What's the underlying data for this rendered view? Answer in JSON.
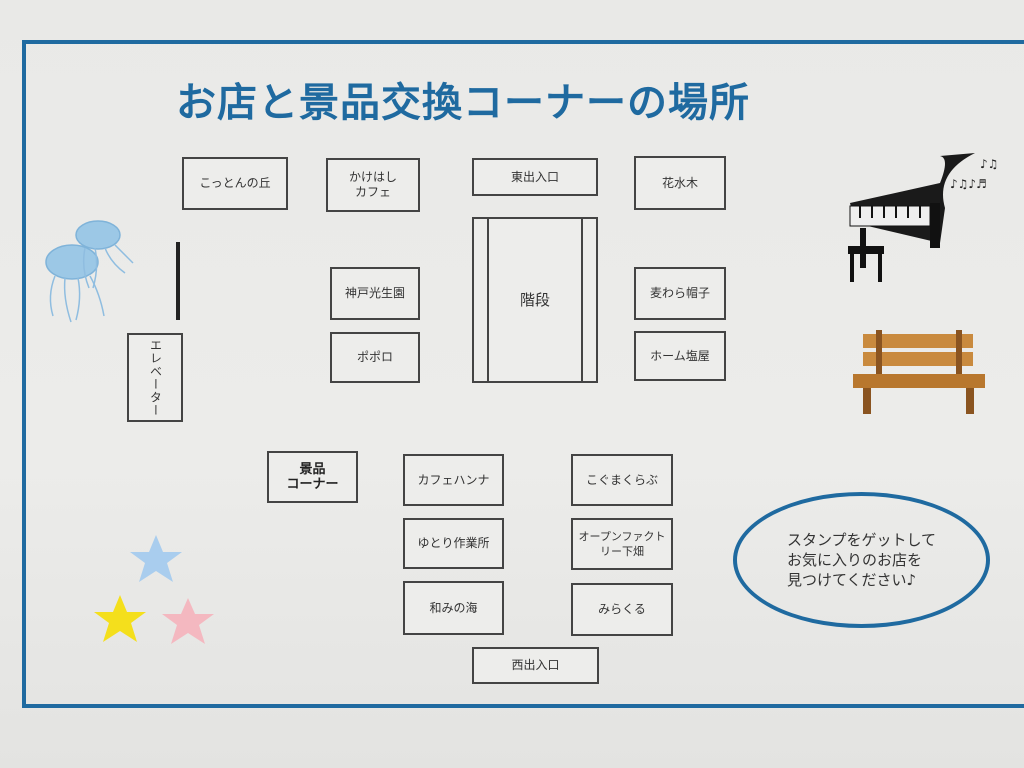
{
  "title": "お店と景品交換コーナーの場所",
  "shops": {
    "cotton": "こっとんの丘",
    "kakehashi": "かけはし\nカフェ",
    "east_entrance": "東出入口",
    "hanamizuki": "花水木",
    "stairs": "階段",
    "kobe_koseien": "神戸光生園",
    "popolo": "ポポロ",
    "mugiwara": "麦わら帽子",
    "home_shioya": "ホーム塩屋",
    "elevator": "エレベーター",
    "prize_corner": "景品\nコーナー",
    "cafe_hanna": "カフェハンナ",
    "yutori": "ゆとり作業所",
    "nagomi": "和みの海",
    "koguma": "こぐまくらぶ",
    "open_factory": "オープンファクト\nリー下畑",
    "miracle": "みらくる",
    "west_entrance": "西出入口"
  },
  "message": "スタンプをゲットして\nお気に入りのお店を\n見つけてください♪",
  "colors": {
    "accent": "#1f6aa0"
  }
}
